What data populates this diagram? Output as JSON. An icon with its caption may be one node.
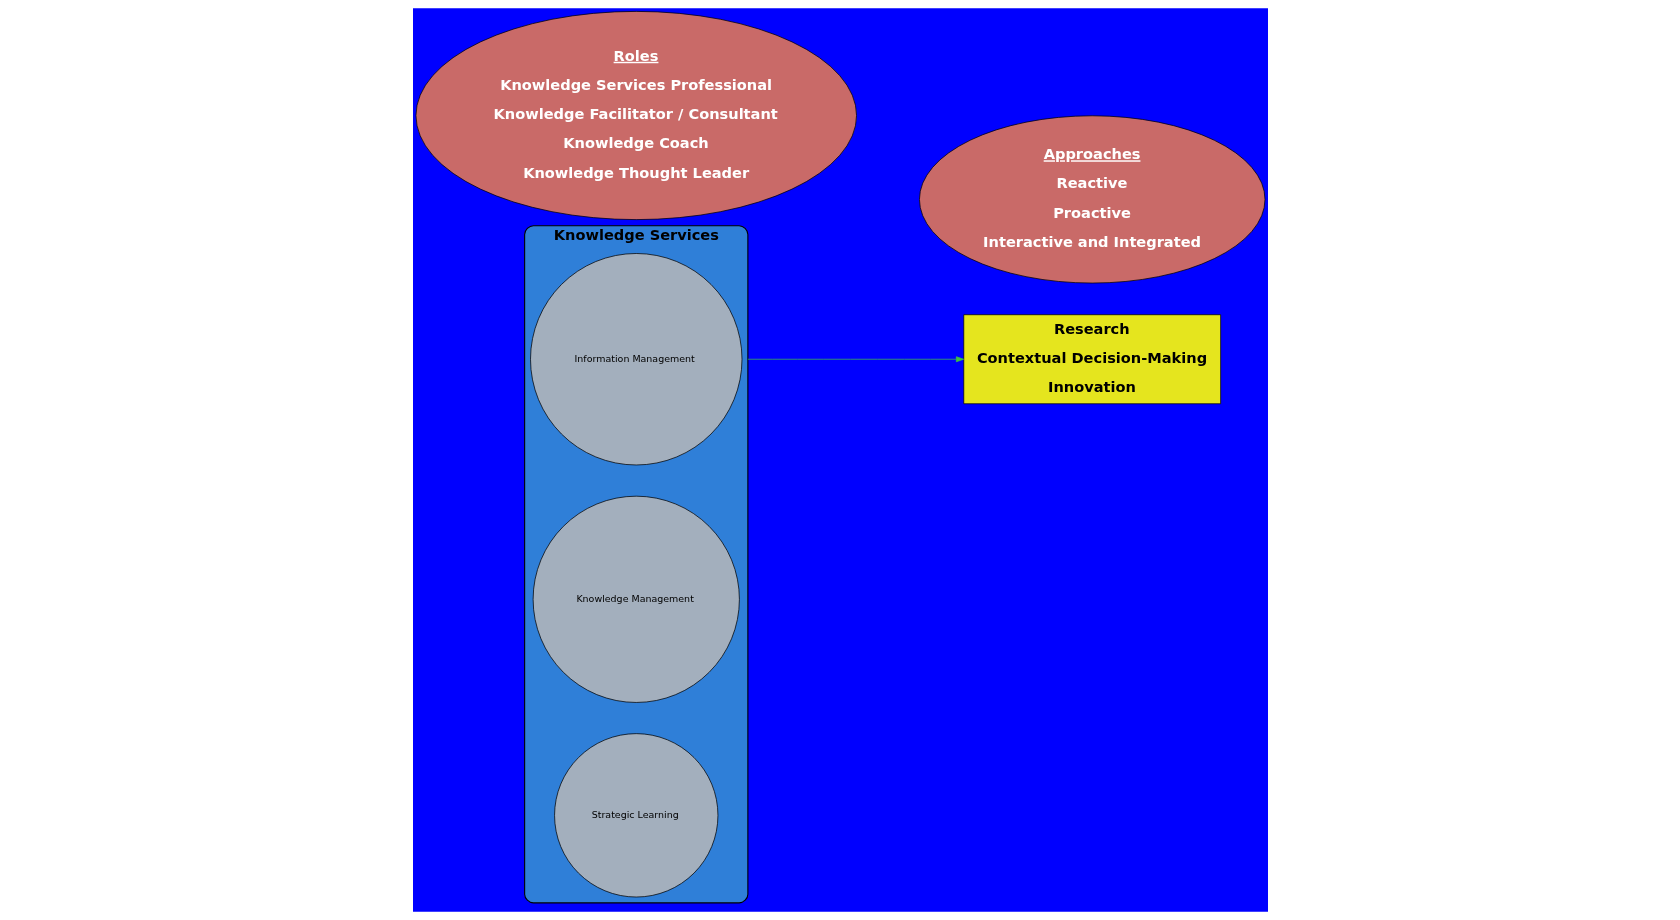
{
  "diagram": {
    "nodes": [
      {
        "text": [
          "Knowledge Services"
        ]
      },
      {
        "text": [
          "Information Management"
        ],
        "in": 0
      },
      {
        "text": [
          "Knowledge Management"
        ],
        "in": 0
      },
      {
        "text": [
          "Strategic Learning"
        ],
        "in": 0
      },
      {
        "text": [
          "Research",
          "Contextual Decision-Making",
          "Innovation"
        ]
      },
      {
        "text": [
          "Roles",
          "Knowledge Services Professional",
          "Knowledge Facilitator / Consultant",
          "Knowledge Coach",
          "Knowledge Thought Leader"
        ]
      },
      {
        "text": [
          "Approaches",
          "Reactive",
          "Proactive",
          "Interactive and Integrated"
        ]
      }
    ],
    "edges": [
      {
        "from": 0,
        "to": 4,
        "arrow": "to",
        "color": "#3fc43f"
      }
    ]
  }
}
